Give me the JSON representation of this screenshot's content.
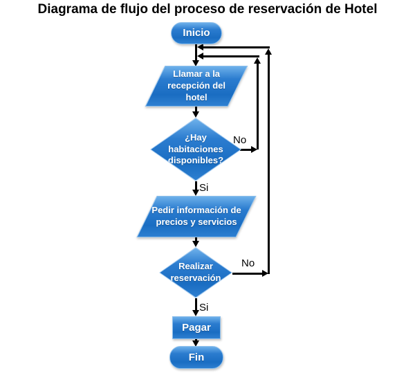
{
  "title": "Diagrama de flujo del proceso de reservación de Hotel",
  "flowchart": {
    "nodes": [
      {
        "id": "inicio",
        "type": "terminator",
        "label": "Inicio"
      },
      {
        "id": "llamar_recepcion",
        "type": "io",
        "label": "Llamar a la recepción del hotel"
      },
      {
        "id": "hay_habitaciones",
        "type": "decision",
        "label": "¿Hay habitaciones disponibles?"
      },
      {
        "id": "pedir_informacion",
        "type": "io",
        "label": "Pedir información de precios y servicios"
      },
      {
        "id": "realizar_reservacion",
        "type": "decision",
        "label": "Realizar reservación"
      },
      {
        "id": "pagar",
        "type": "process",
        "label": "Pagar"
      },
      {
        "id": "fin",
        "type": "terminator",
        "label": "Fin"
      }
    ],
    "edges": [
      {
        "from": "inicio",
        "to": "llamar_recepcion"
      },
      {
        "from": "llamar_recepcion",
        "to": "hay_habitaciones"
      },
      {
        "from": "hay_habitaciones",
        "to": "pedir_informacion",
        "label": "Si"
      },
      {
        "from": "hay_habitaciones",
        "to": "llamar_recepcion",
        "label": "No"
      },
      {
        "from": "pedir_informacion",
        "to": "realizar_reservacion"
      },
      {
        "from": "realizar_reservacion",
        "to": "pagar",
        "label": "Si"
      },
      {
        "from": "realizar_reservacion",
        "to": "llamar_recepcion",
        "label": "No"
      },
      {
        "from": "pagar",
        "to": "fin"
      }
    ],
    "colors": {
      "node_fill": "#1b6fc5",
      "node_highlight": "#6db0ea",
      "node_rim": "#a8cdf0",
      "node_text": "#ffffff",
      "connector": "#000000",
      "title_text": "#000000",
      "background": "#ffffff"
    }
  }
}
